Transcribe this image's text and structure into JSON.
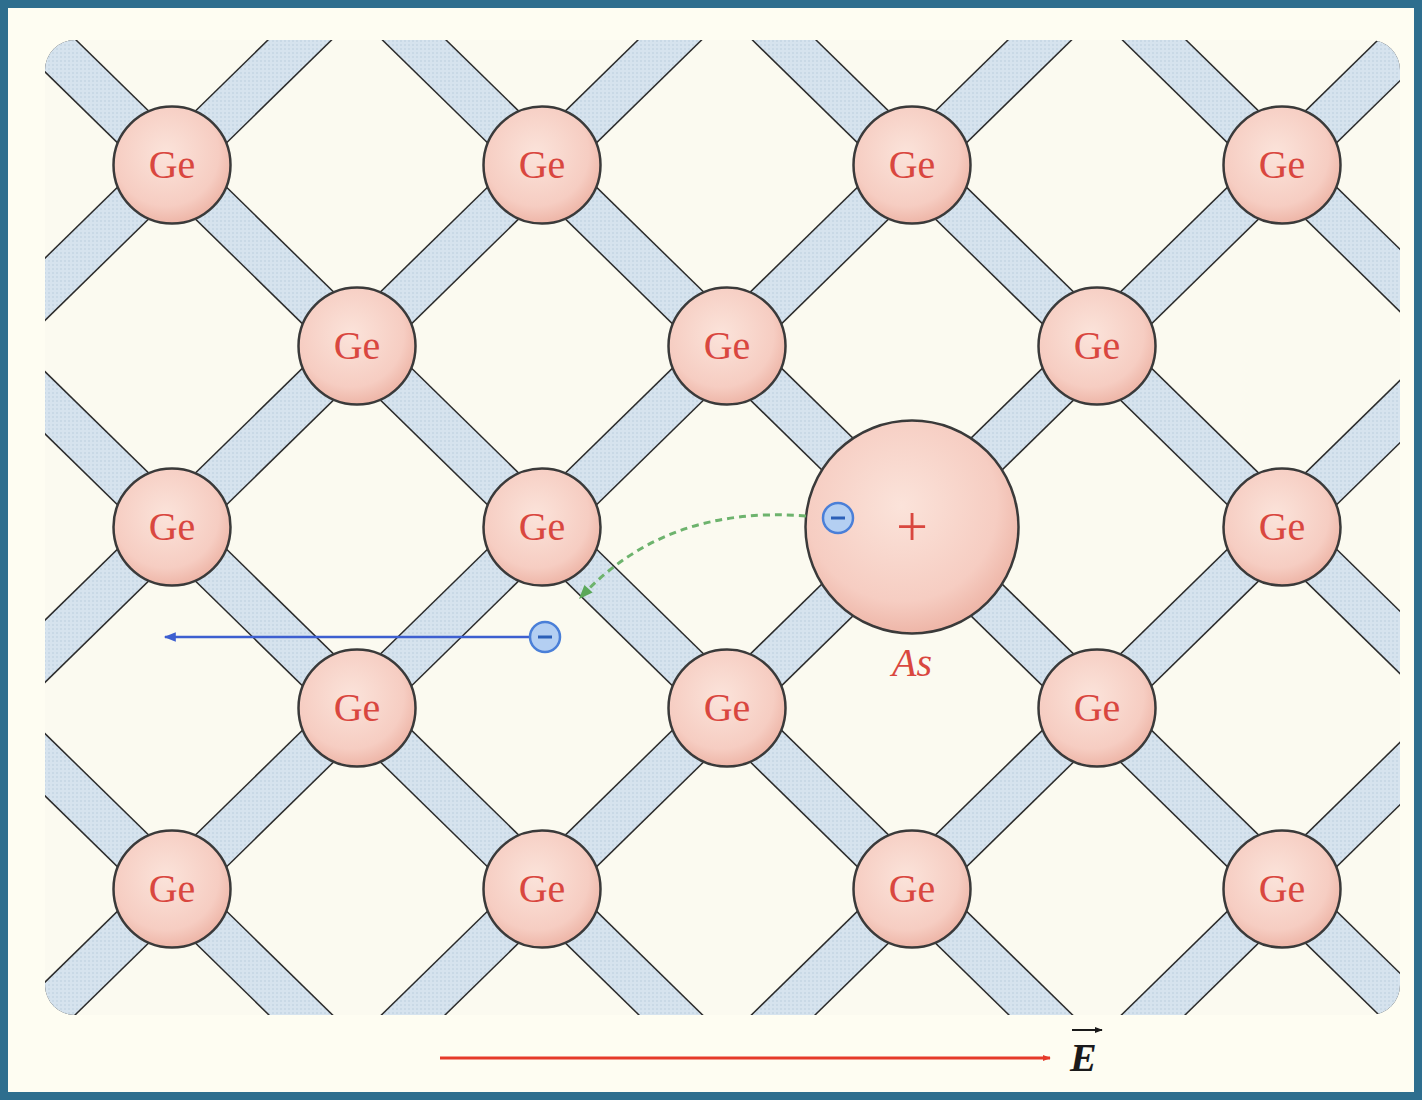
{
  "diagram": {
    "nodes": [
      {
        "text": [
          "Ge"
        ]
      },
      {
        "text": [
          "Ge"
        ]
      },
      {
        "text": [
          "Ge"
        ]
      },
      {
        "text": [
          "Ge"
        ]
      },
      {
        "text": [
          "Ge"
        ]
      },
      {
        "text": [
          "Ge"
        ]
      },
      {
        "text": [
          "Ge"
        ]
      },
      {
        "text": [
          "Ge"
        ]
      },
      {
        "text": [
          "Ge"
        ]
      },
      {
        "text": [
          "+",
          "As"
        ]
      },
      {
        "text": [
          "Ge"
        ]
      },
      {
        "text": [
          "Ge"
        ]
      },
      {
        "text": [
          "Ge"
        ]
      },
      {
        "text": [
          "Ge"
        ]
      },
      {
        "text": [
          "Ge"
        ]
      },
      {
        "text": [
          "Ge"
        ]
      },
      {
        "text": [
          "Ge"
        ]
      },
      {
        "text": [
          "Ge"
        ]
      }
    ],
    "labels": [
      "E"
    ]
  }
}
